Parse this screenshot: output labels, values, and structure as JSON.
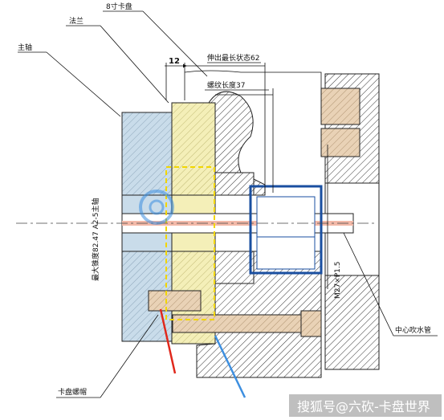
{
  "labels": {
    "spindle": "主轴",
    "flange": "法兰",
    "chuck": "8寸卡盘",
    "stroke": "伸出最长状态62",
    "thread_length": "螺纹长度37",
    "dim_12": "12",
    "spindle_spec": "最大锥度82.47 A2-5主轴",
    "thread_spec": "M27×P1.5",
    "center_pipe": "中心吹水管",
    "chuck_bolt": "卡盘螺帽"
  },
  "watermark": {
    "text": "搜狐号@六砍-卡盘世界"
  },
  "colors": {
    "spindle_fill": "#c9dcea",
    "flange_fill": "#f4efb8",
    "hatch": "#333333",
    "tube_outline": "#1a4fa0",
    "bolt_fill": "#e9d2b6",
    "red_arrow": "#e0281c",
    "blue_arrow": "#3d8fe0",
    "yellow_dashed": "#f2d600"
  }
}
